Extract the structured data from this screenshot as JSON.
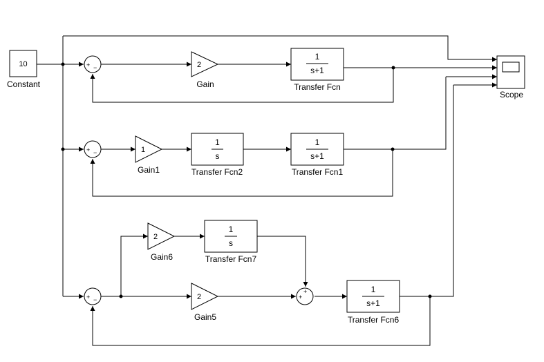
{
  "blocks": {
    "constant": {
      "label": "Constant",
      "value": "10"
    },
    "scope": {
      "label": "Scope"
    },
    "gain": {
      "label": "Gain",
      "value": "2"
    },
    "gain1": {
      "label": "Gain1",
      "value": "1"
    },
    "gain5": {
      "label": "Gain5",
      "value": "2"
    },
    "gain6": {
      "label": "Gain6",
      "value": "2"
    },
    "tf": {
      "label": "Transfer Fcn",
      "num": "1",
      "den": "s+1"
    },
    "tf1": {
      "label": "Transfer Fcn1",
      "num": "1",
      "den": "s+1"
    },
    "tf2": {
      "label": "Transfer Fcn2",
      "num": "1",
      "den": "s"
    },
    "tf6": {
      "label": "Transfer Fcn6",
      "num": "1",
      "den": "s+1"
    },
    "tf7": {
      "label": "Transfer Fcn7",
      "num": "1",
      "den": "s"
    }
  },
  "sums": {
    "sum1": {
      "signs": [
        "+",
        "−"
      ]
    },
    "sum2": {
      "signs": [
        "+",
        "−"
      ]
    },
    "sum3": {
      "signs": [
        "+",
        "−"
      ]
    },
    "sum4": {
      "signs": [
        "+",
        "+"
      ]
    }
  }
}
